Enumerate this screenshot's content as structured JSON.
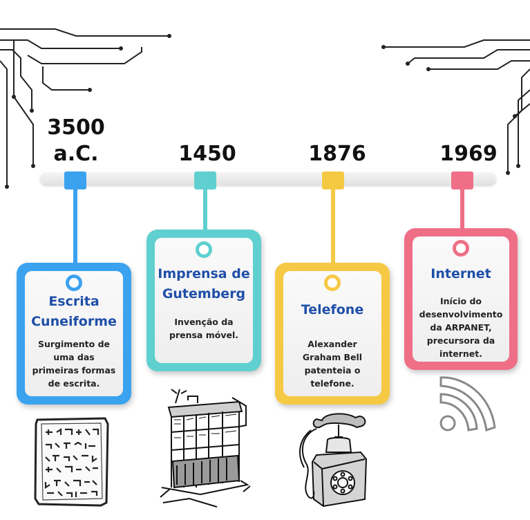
{
  "colors": {
    "blue": "#3ba2ef",
    "teal": "#5fd0cf",
    "yellow": "#f6c945",
    "pink": "#ee6f86",
    "title_text": "#1f4fa8"
  },
  "timeline": {
    "events": [
      {
        "year": "3500\na.C.",
        "title": "Escrita\nCuneiforme",
        "description": "Surgimento de\numa das\nprimeiras formas\nde escrita.",
        "illustration": "cuneiform-tablet-icon"
      },
      {
        "year": "1450",
        "title": "Imprensa de\nGutemberg",
        "description": "Invenção da\nprensa móvel.",
        "illustration": "printing-press-icon"
      },
      {
        "year": "1876",
        "title": "Telefone",
        "description": "Alexander\nGraham Bell\npatenteia o\ntelefone.",
        "illustration": "telephone-icon"
      },
      {
        "year": "1969",
        "title": "Internet",
        "description": "Início do\ndesenvolvimento\nda ARPANET,\nprecursora da\ninternet.",
        "illustration": "wifi-signal-icon"
      }
    ]
  }
}
